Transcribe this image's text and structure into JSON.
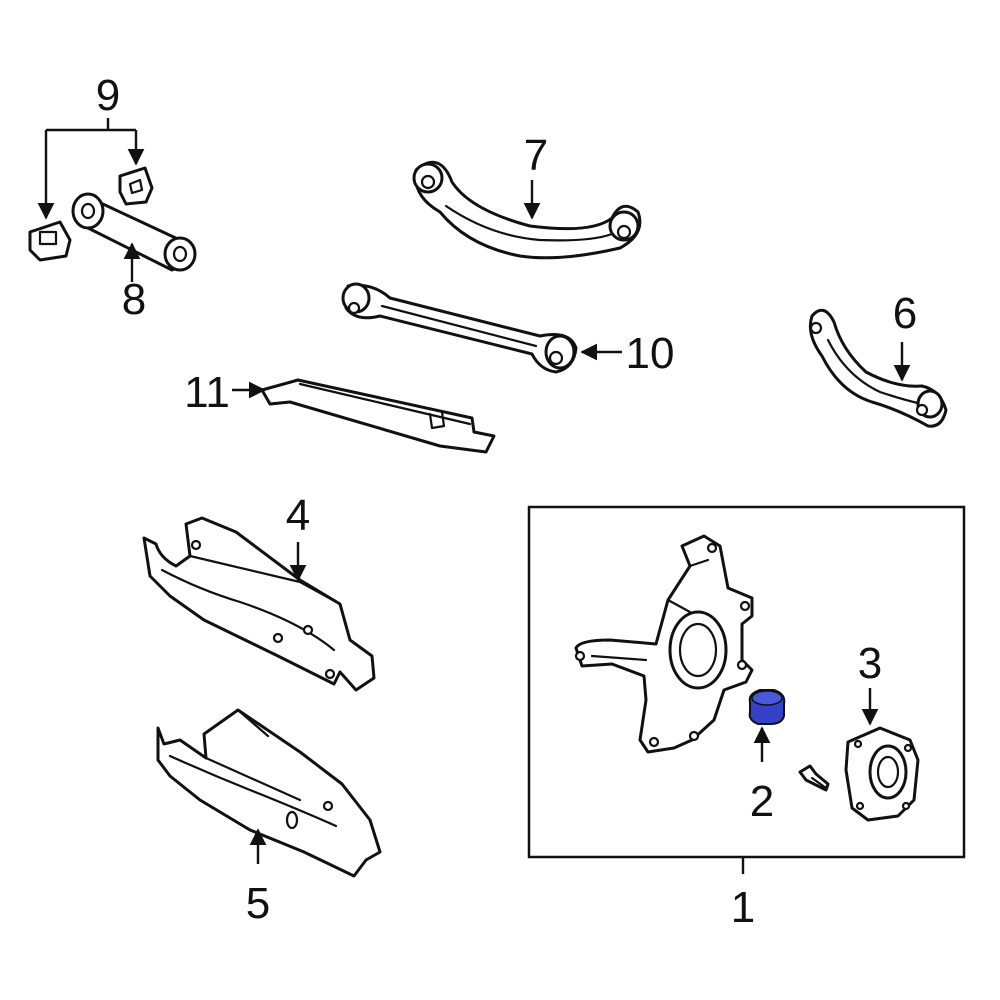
{
  "colors": {
    "line": "#111111",
    "highlight": "#3340c8",
    "background": "#ffffff"
  },
  "callouts": {
    "c1": "1",
    "c2": "2",
    "c3": "3",
    "c4": "4",
    "c5": "5",
    "c6": "6",
    "c7": "7",
    "c8": "8",
    "c9": "9",
    "c10": "10",
    "c11": "11"
  },
  "highlighted_part": "2"
}
